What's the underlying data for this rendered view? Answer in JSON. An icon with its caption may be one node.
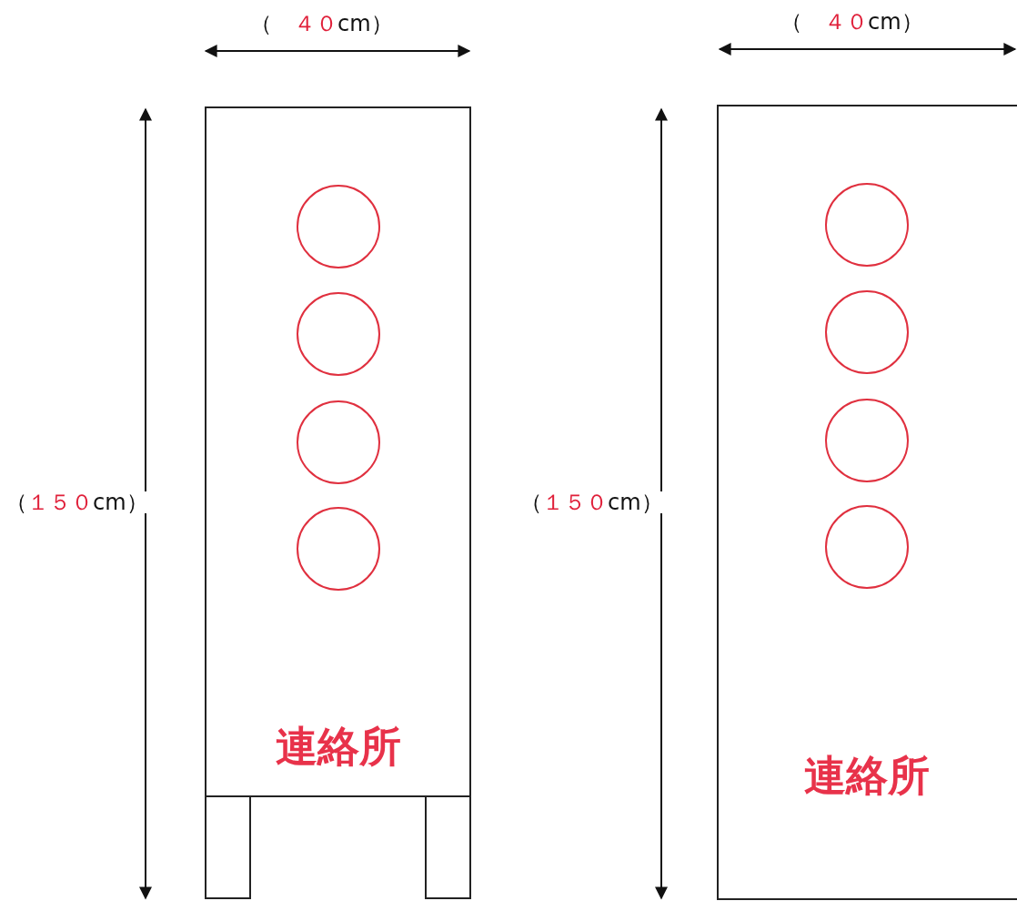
{
  "diagram": {
    "nodes": [
      {
        "text": [
          "連絡所"
        ]
      },
      {
        "text": [],
        "shape": "circle",
        "in": 0
      },
      {
        "text": [],
        "shape": "circle",
        "in": 0
      },
      {
        "text": [],
        "shape": "circle",
        "in": 0
      },
      {
        "text": [],
        "shape": "circle",
        "in": 0
      },
      {
        "text": [
          "連絡所"
        ]
      },
      {
        "text": [],
        "shape": "circle",
        "in": 5
      },
      {
        "text": [],
        "shape": "circle",
        "in": 5
      },
      {
        "text": [],
        "shape": "circle",
        "in": 5
      },
      {
        "text": [],
        "shape": "circle",
        "in": 5
      }
    ],
    "labels": [
      "（　４０cm）",
      "（　４０cm）",
      "（１５０cm）",
      "（１５０cm）"
    ]
  }
}
